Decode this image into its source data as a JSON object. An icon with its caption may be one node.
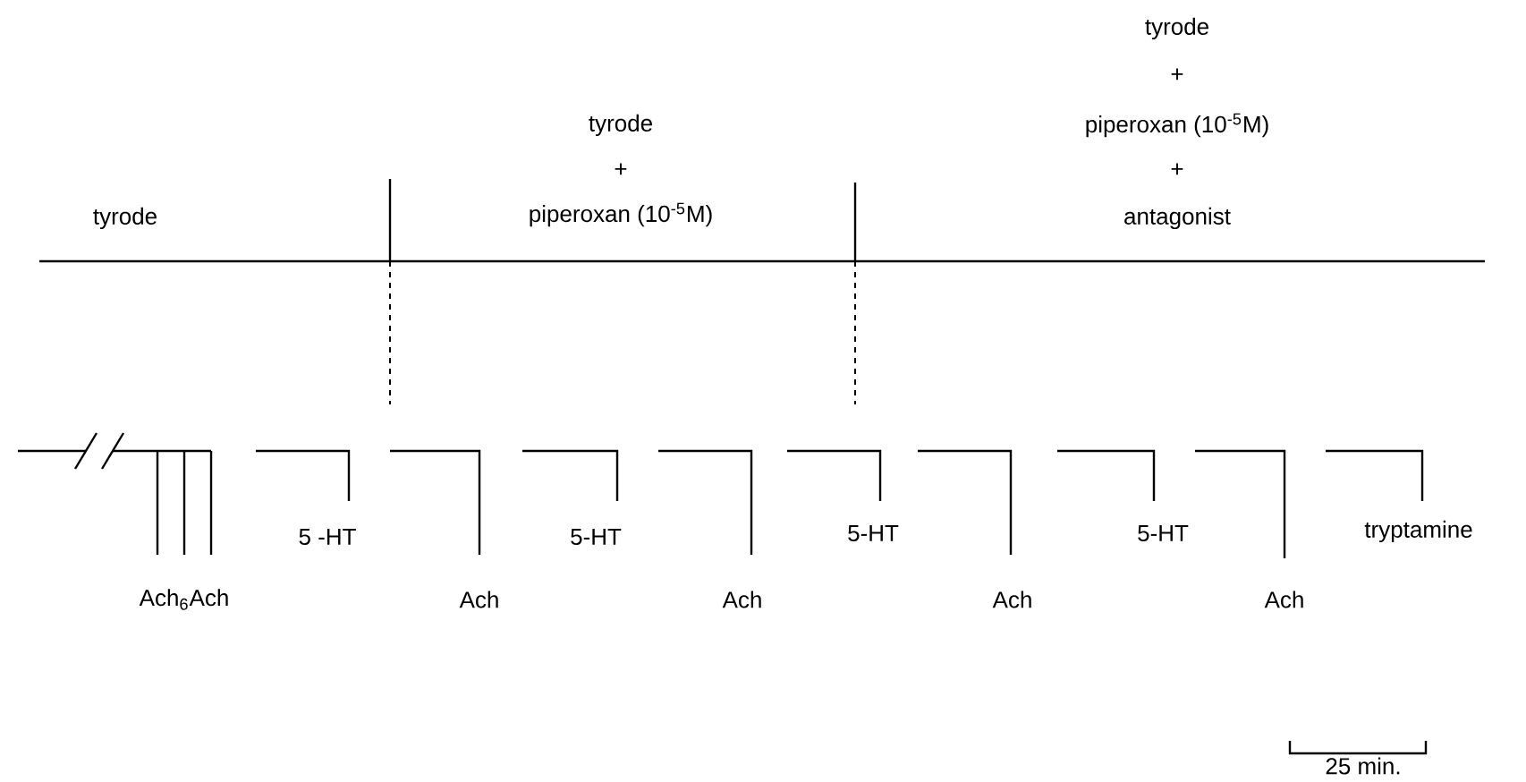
{
  "diagram": {
    "labels": [
      "tyrode",
      "tyrode",
      "+",
      "piperoxan (10$^{-5}$M)",
      "tyrode",
      "+",
      "piperoxan (10$^{-5}$M)",
      "+",
      "antagonist",
      "5 -HT",
      "5-HT",
      "5-HT",
      "5-HT",
      "tryptamine",
      "Ach$_{6}$Ach",
      "Ach",
      "Ach",
      "Ach",
      "Ach",
      "25 min."
    ]
  }
}
